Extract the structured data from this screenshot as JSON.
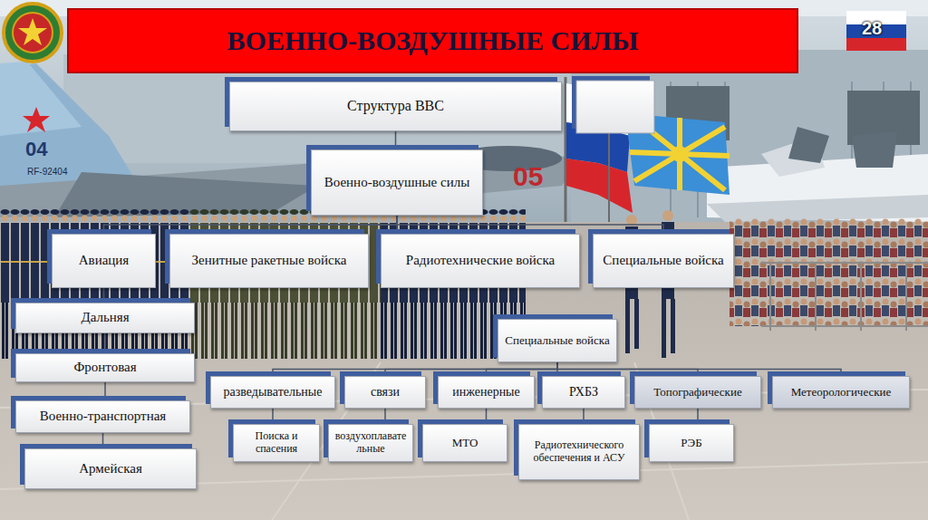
{
  "diagram": {
    "title": "ВОЕННО-ВОЗДУШНЫЕ СИЛЫ",
    "nodes": [
      {
        "text": [
          "Структура ВВС"
        ]
      },
      {
        "text": [
          "Военно-воздушные силы"
        ]
      },
      {
        "text": [
          "Авиация"
        ]
      },
      {
        "text": [
          "Зенитные ракетные войска"
        ]
      },
      {
        "text": [
          "Радиотехнические войска"
        ]
      },
      {
        "text": [
          "Специальные войска"
        ]
      },
      {
        "text": [
          "Дальняя"
        ]
      },
      {
        "text": [
          "Фронтовая"
        ]
      },
      {
        "text": [
          "Военно-транспортная"
        ]
      },
      {
        "text": [
          "Армейская"
        ]
      },
      {
        "text": [
          "Специальные войска"
        ]
      },
      {
        "text": [
          "разведывательные"
        ]
      },
      {
        "text": [
          "связи"
        ]
      },
      {
        "text": [
          "инженерные"
        ]
      },
      {
        "text": [
          "РХБЗ"
        ]
      },
      {
        "text": [
          "Топографические"
        ]
      },
      {
        "text": [
          "Метеорологические"
        ]
      },
      {
        "text": [
          "Поиска и спасения"
        ]
      },
      {
        "text": [
          "воздухоплавательные"
        ]
      },
      {
        "text": [
          "МТО"
        ]
      },
      {
        "text": [
          "Радиотехнического обеспечения и АСУ"
        ]
      },
      {
        "text": [
          "РЭБ"
        ]
      }
    ],
    "edges": [
      {
        "from": 0,
        "to": 1,
        "arrow": "none"
      },
      {
        "from": 1,
        "to": 2,
        "arrow": "none"
      },
      {
        "from": 1,
        "to": 3,
        "arrow": "none"
      },
      {
        "from": 1,
        "to": 4,
        "arrow": "none"
      },
      {
        "from": 1,
        "to": 5,
        "arrow": "none"
      },
      {
        "from": 2,
        "to": 6,
        "arrow": "none"
      },
      {
        "from": 6,
        "to": 7,
        "arrow": "none"
      },
      {
        "from": 7,
        "to": 8,
        "arrow": "none"
      },
      {
        "from": 8,
        "to": 9,
        "arrow": "none"
      },
      {
        "from": 10,
        "to": 11,
        "arrow": "none"
      },
      {
        "from": 10,
        "to": 12,
        "arrow": "none"
      },
      {
        "from": 10,
        "to": 13,
        "arrow": "none"
      },
      {
        "from": 10,
        "to": 14,
        "arrow": "none"
      },
      {
        "from": 10,
        "to": 15,
        "arrow": "none"
      },
      {
        "from": 10,
        "to": 16,
        "arrow": "none"
      },
      {
        "from": 11,
        "to": 17,
        "arrow": "none"
      },
      {
        "from": 12,
        "to": 18,
        "arrow": "none"
      },
      {
        "from": 13,
        "to": 19,
        "arrow": "none"
      },
      {
        "from": 14,
        "to": 20,
        "arrow": "none"
      },
      {
        "from": 15,
        "to": 21,
        "arrow": "none"
      }
    ],
    "labels": [
      "28",
      "04",
      "RF-92404",
      "05"
    ]
  }
}
